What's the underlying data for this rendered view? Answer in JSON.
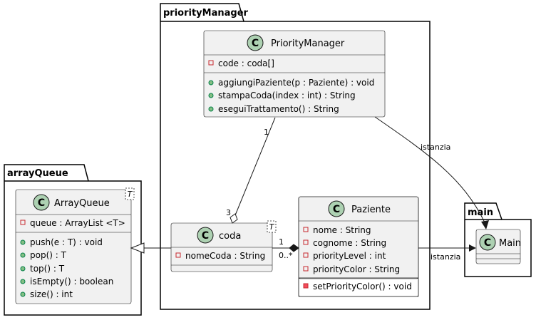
{
  "packages": {
    "priority_manager": "priorityManager",
    "array_queue": "arrayQueue",
    "main": "main"
  },
  "classes": {
    "priority_manager": {
      "stereotype": "C",
      "name": "PriorityManager",
      "fields": [
        "code : coda[]"
      ],
      "methods": [
        "aggiungiPaziente(p : Paziente) : void",
        "stampaCoda(index : int) : String",
        "eseguiTrattamento() : String"
      ]
    },
    "coda": {
      "stereotype": "C",
      "name": "coda",
      "type_param": "T",
      "fields": [
        "nomeCoda : String"
      ]
    },
    "paziente": {
      "stereotype": "C",
      "name": "Paziente",
      "fields": [
        "nome : String",
        "cognome : String",
        "priorityLevel : int",
        "priorityColor : String"
      ],
      "methods": [
        "setPriorityColor() : void"
      ]
    },
    "array_queue": {
      "stereotype": "C",
      "name": "ArrayQueue",
      "type_param": "T",
      "fields": [
        "queue : ArrayList <T>"
      ],
      "methods": [
        "push(e : T) : void",
        "pop() : T",
        "top() : T",
        "isEmpty() : boolean",
        "size() : int"
      ]
    },
    "main": {
      "stereotype": "C",
      "name": "Main"
    }
  },
  "relations": {
    "aggregation": {
      "from_mult": "1",
      "to_mult": "3"
    },
    "composition": {
      "from_mult": "1",
      "to_mult": "0..*"
    },
    "pm_to_main": "istanzia",
    "paziente_to_main": "istanzia"
  },
  "colors": {
    "class_fill": "#F1F1F1",
    "class_circle": "#ADD1B2",
    "public_marker": "#84BE84",
    "private_marker": "#C82930",
    "line": "#181818"
  }
}
